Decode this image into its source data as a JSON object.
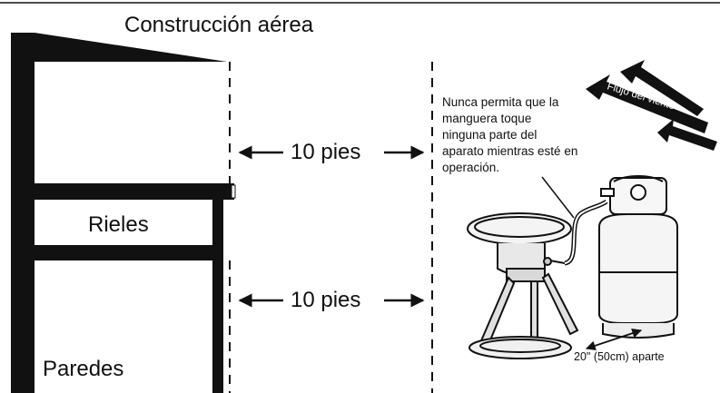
{
  "title": "Construcción aérea",
  "labels": {
    "rails": "Rieles",
    "walls": "Paredes",
    "distance_top": "10 pies",
    "distance_bottom": "10 pies",
    "wind": "Flujo del viento",
    "hose_warning": "Nunca permita que la manguera toque ninguna parte del aparato mientras esté en operación.",
    "spacing": "20\" (50cm) aparte"
  },
  "colors": {
    "ink": "#111111",
    "background": "#ffffff"
  }
}
